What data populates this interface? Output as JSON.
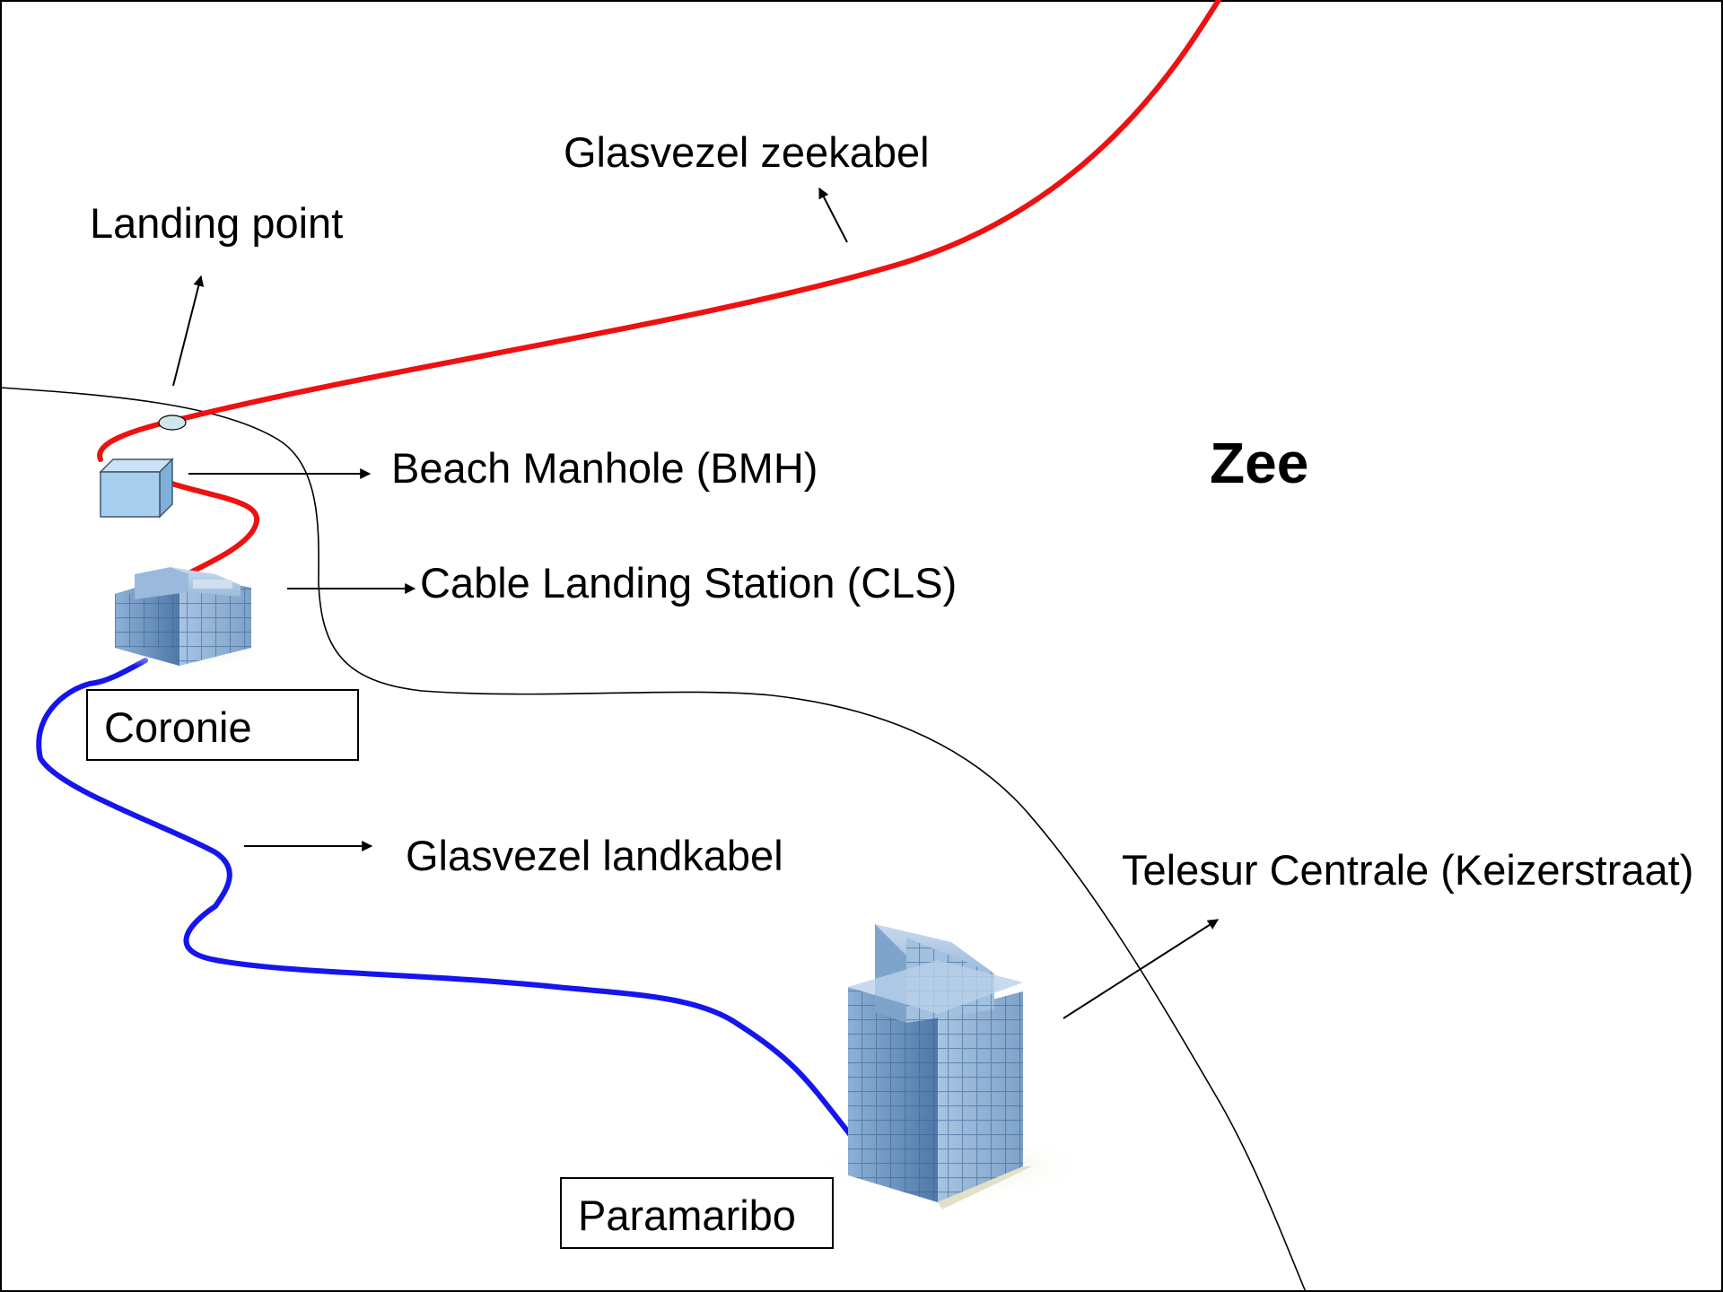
{
  "labels": {
    "sea_cable": "Glasvezel zeekabel",
    "landing_point": "Landing point",
    "bmh": "Beach Manhole (BMH)",
    "cls": "Cable Landing Station (CLS)",
    "land_cable": "Glasvezel landkabel",
    "telesur": "Telesur Centrale (Keizerstraat)",
    "zee": "Zee",
    "coronie": "Coronie",
    "paramaribo": "Paramaribo"
  },
  "colors": {
    "sea_cable": "#ee1111",
    "land_cable": "#1515ee",
    "coastline": "#000000",
    "building": "#5f88b8",
    "manhole": "#a9cfee",
    "landing_point": "#cfe6ec"
  },
  "icons": {
    "manhole": "box-icon",
    "cls": "office-building-icon",
    "telesur": "tower-building-icon"
  }
}
